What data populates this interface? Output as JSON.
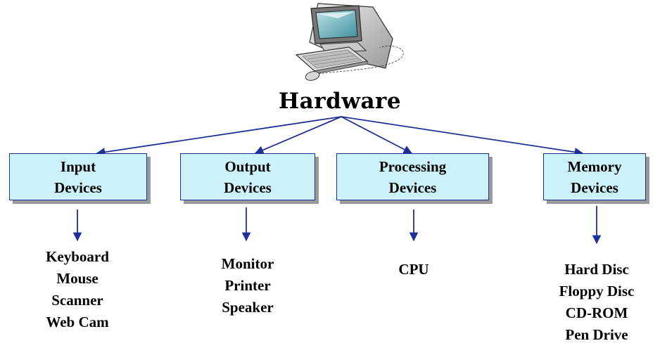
{
  "diagram": {
    "root": {
      "label": "Hardware",
      "icon": "computer-icon"
    },
    "categories": [
      {
        "id": "input",
        "label": "Input\nDevices",
        "items": [
          "Keyboard",
          "Mouse",
          "Scanner",
          "Web Cam"
        ]
      },
      {
        "id": "output",
        "label": "Output\nDevices",
        "items": [
          "Monitor",
          "Printer",
          "Speaker"
        ]
      },
      {
        "id": "processing",
        "label": "Processing\nDevices",
        "items": [
          "CPU"
        ]
      },
      {
        "id": "memory",
        "label": "Memory\nDevices",
        "items": [
          "Hard Disc",
          "Floppy Disc",
          "CD-ROM",
          "Pen Drive"
        ]
      }
    ],
    "colors": {
      "box_fill": "#ccf3fb",
      "box_border": "#1f2f9a",
      "arrow": "#1f2f9a",
      "shadow": "#9a9a9a"
    }
  }
}
